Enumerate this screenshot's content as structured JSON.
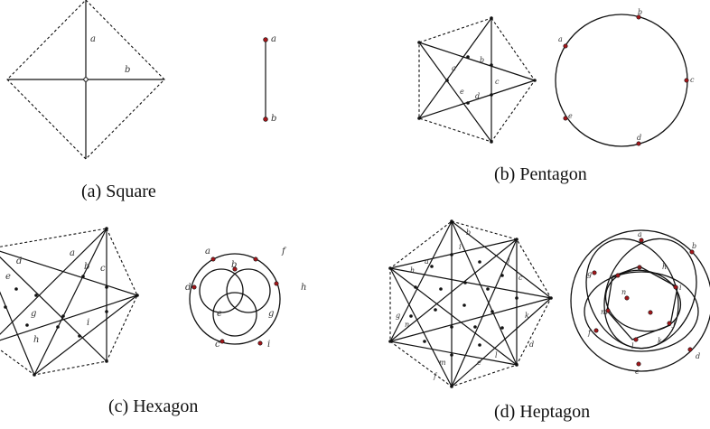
{
  "panels": {
    "square": {
      "caption": "(a) Square",
      "labels": [
        "a",
        "b"
      ],
      "right_labels": [
        "a",
        "b"
      ]
    },
    "pentagon": {
      "caption": "(b) Pentagon",
      "labels": [
        "a",
        "b",
        "c",
        "d",
        "e"
      ],
      "right_labels": [
        "a",
        "b",
        "c",
        "d",
        "e"
      ]
    },
    "hexagon": {
      "caption": "(c) Hexagon",
      "labels": [
        "a",
        "b",
        "c",
        "d",
        "e",
        "g",
        "h",
        "i"
      ],
      "right_labels": [
        "a",
        "b",
        "d",
        "e",
        "f",
        "g",
        "h",
        "c",
        "i"
      ]
    },
    "heptagon": {
      "caption": "(d) Heptagon",
      "labels": [
        "a",
        "b",
        "c",
        "d",
        "e",
        "f",
        "g",
        "h",
        "i",
        "j",
        "k",
        "l",
        "m",
        "n"
      ],
      "right_labels": [
        "a",
        "b",
        "c",
        "d",
        "e",
        "f",
        "g",
        "h",
        "i",
        "j",
        "k",
        "l",
        "m",
        "n"
      ]
    }
  }
}
